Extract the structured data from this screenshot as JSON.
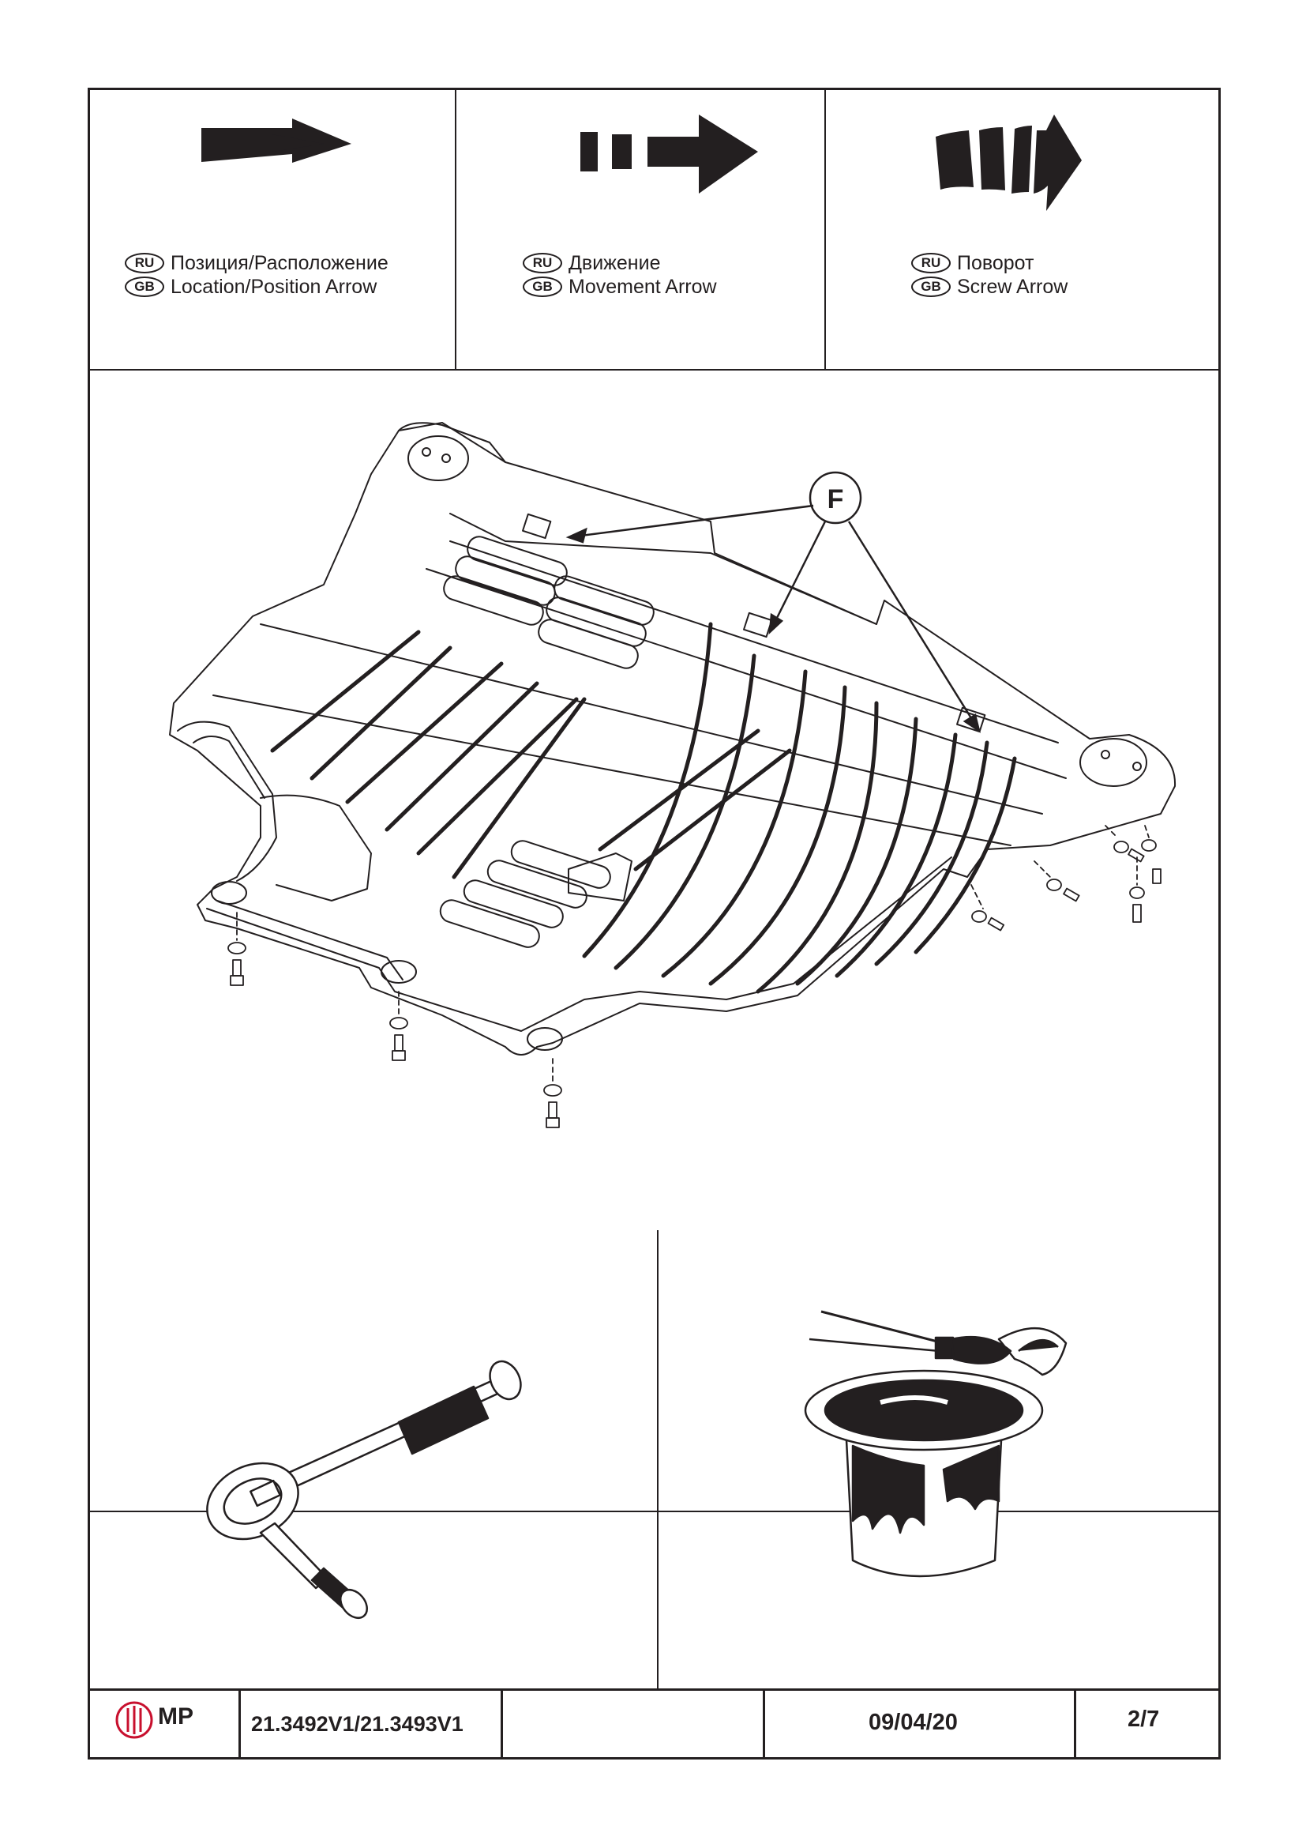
{
  "legend": [
    {
      "ru_tag": "RU",
      "gb_tag": "GB",
      "ru": "Позиция/Расположение",
      "gb": "Location/Position Arrow",
      "icon": "solid-arrow-icon"
    },
    {
      "ru_tag": "RU",
      "gb_tag": "GB",
      "ru": "Движение",
      "gb": "Movement Arrow",
      "icon": "dashed-arrow-icon"
    },
    {
      "ru_tag": "RU",
      "gb_tag": "GB",
      "ru": "Поворот",
      "gb": "Screw Arrow",
      "icon": "twisted-arrow-icon"
    }
  ],
  "diagram": {
    "callout": "F"
  },
  "tools": [
    {
      "icon": "ratchet-wrench-icon"
    },
    {
      "icon": "paint-can-brush-icon"
    }
  ],
  "footer": {
    "logo_text": "MP",
    "part_number": "21.3492V1/21.3493V1",
    "blank": "",
    "date": "09/04/20",
    "page": "2/7"
  }
}
